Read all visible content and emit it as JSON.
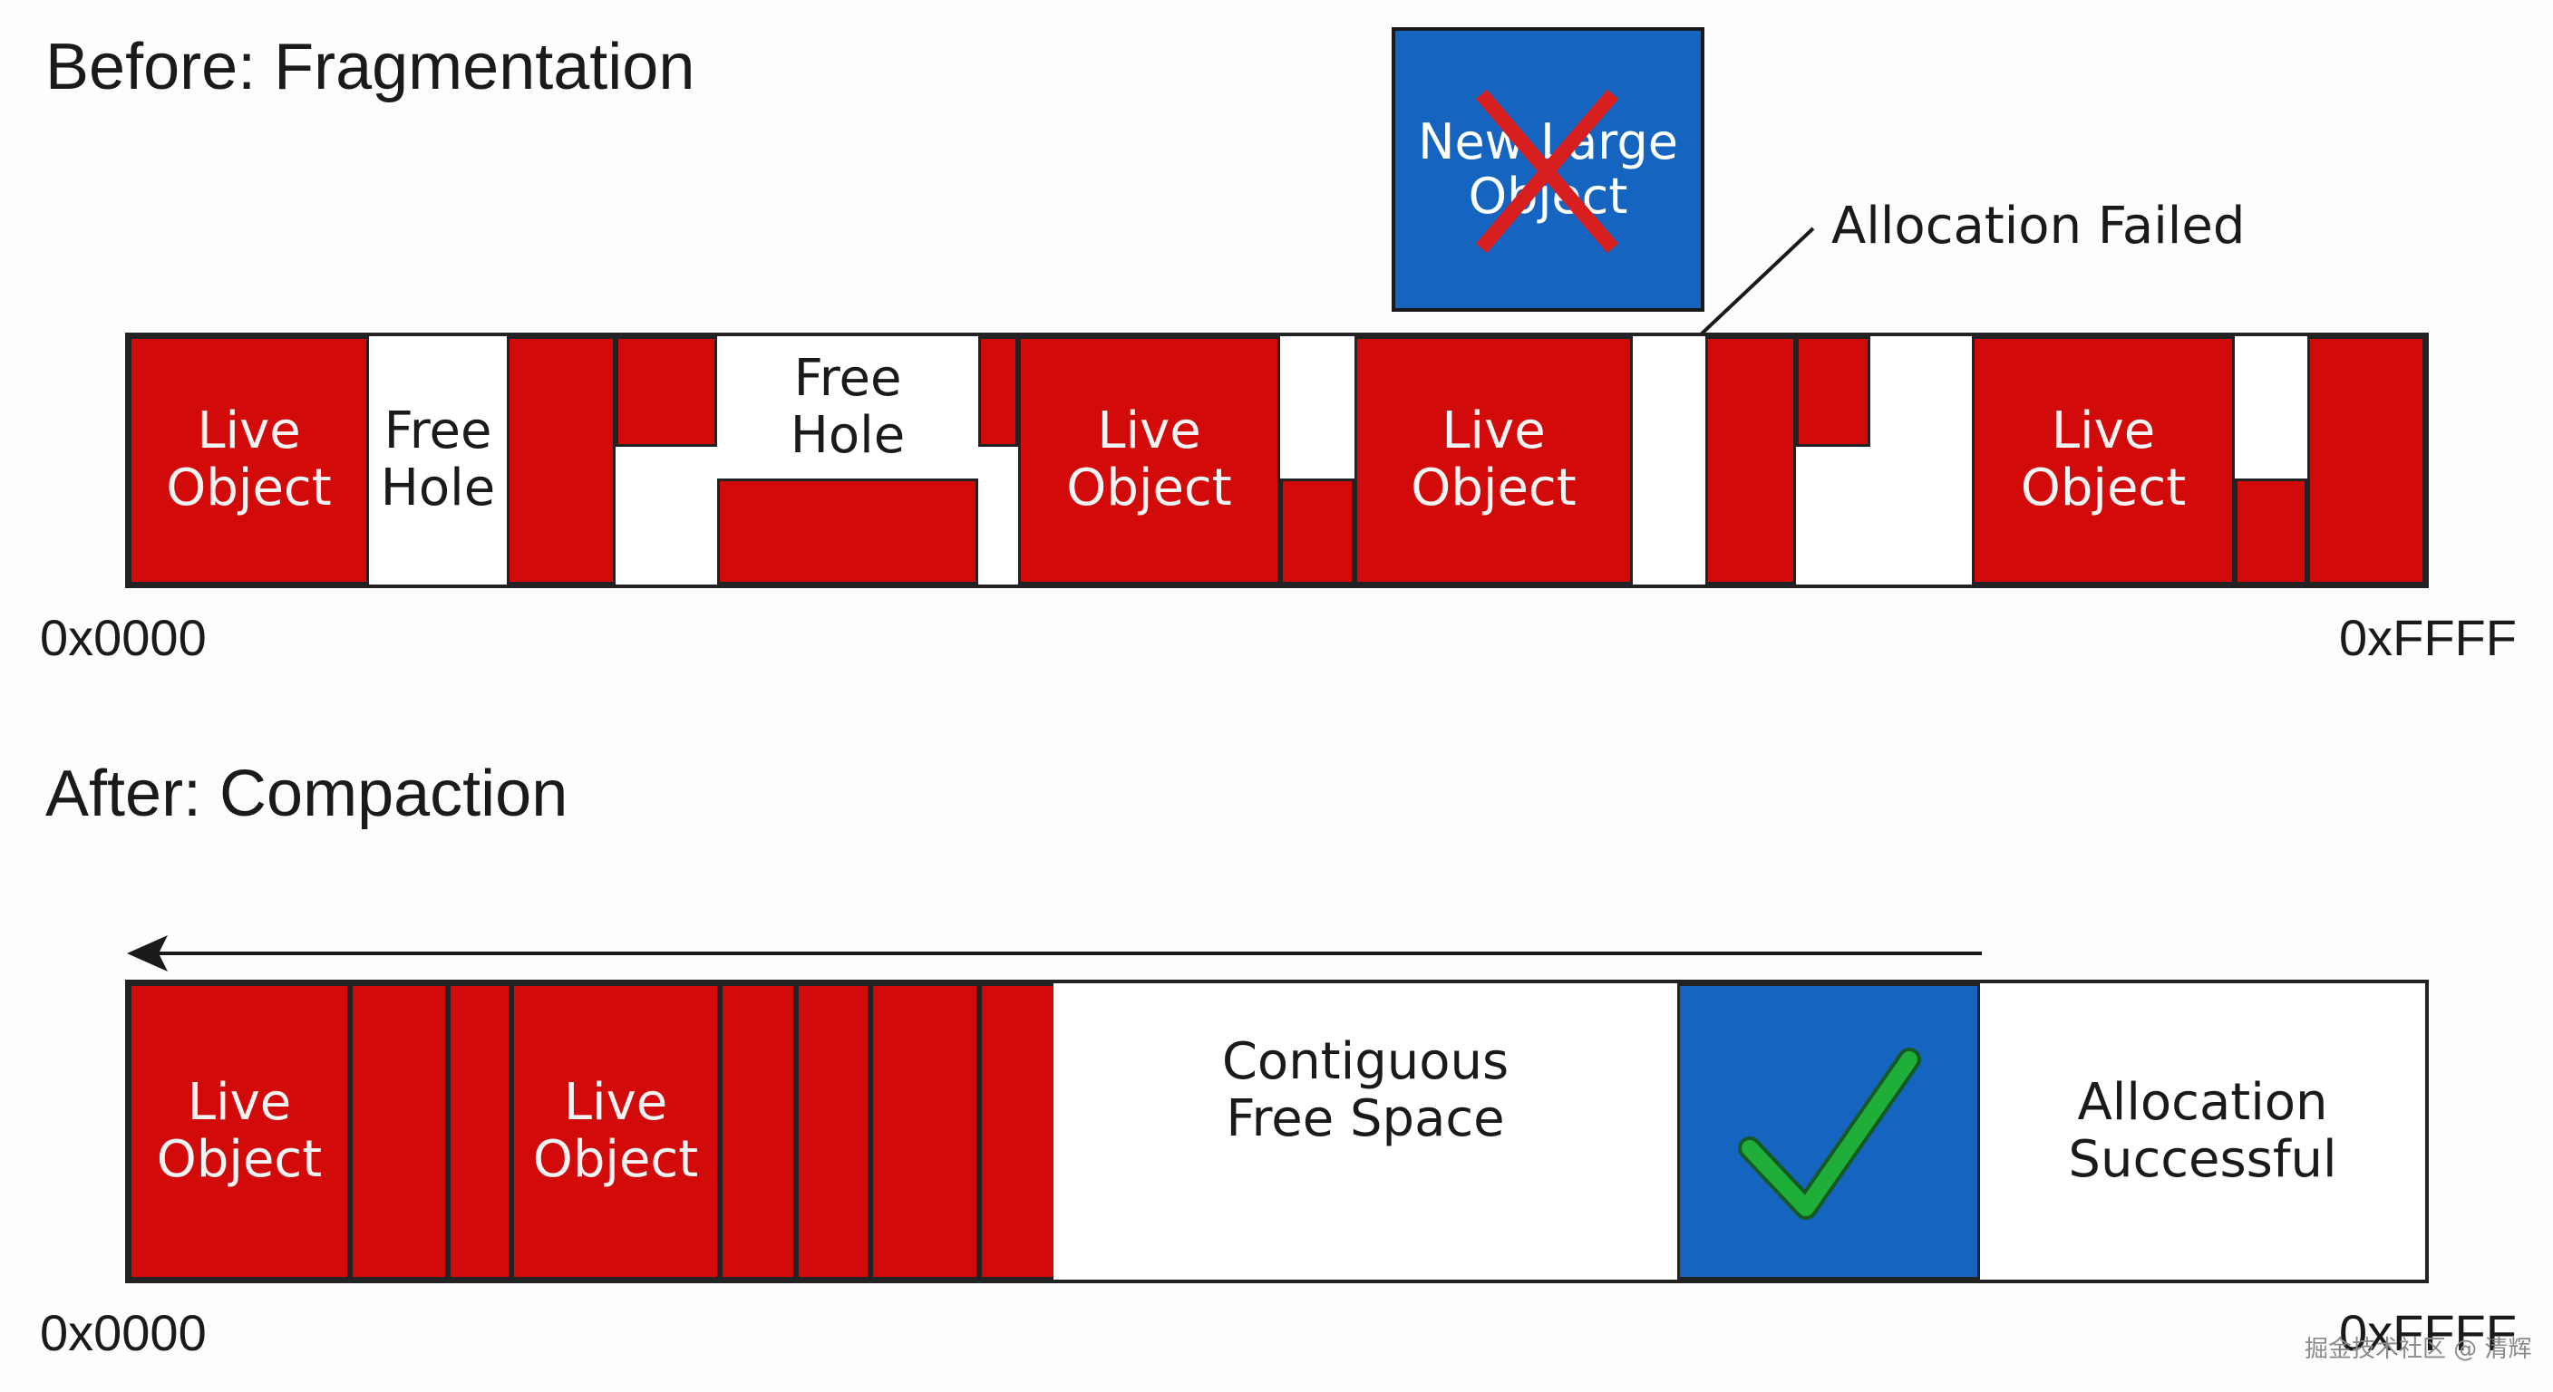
{
  "before": {
    "title": "Before: Fragmentation",
    "start_address": "0x0000",
    "end_address": "0xFFFF",
    "live_object_label": "Live\nObject",
    "free_hole_label": "Free\nHole",
    "free_hole_label_2": "Free\nHole",
    "new_object_label": "New Large\nObject",
    "callout": "Allocation Failed",
    "colors": {
      "live": "#d30a0a",
      "free": "#ffffff",
      "new_object": "#1565c0",
      "fail_mark": "#d81f1f"
    }
  },
  "after": {
    "title": "After: Compaction",
    "start_address": "0x0000",
    "end_address": "0xFFFF",
    "live_object_label": "Live\nObject",
    "free_space_label": "Contiguous\nFree Space",
    "success_label": "Allocation\nSuccessful",
    "colors": {
      "live": "#d30a0a",
      "allocated": "#1565c0",
      "check": "#1fae3a"
    }
  },
  "watermark": "掘金技术社区 @ 清辉"
}
